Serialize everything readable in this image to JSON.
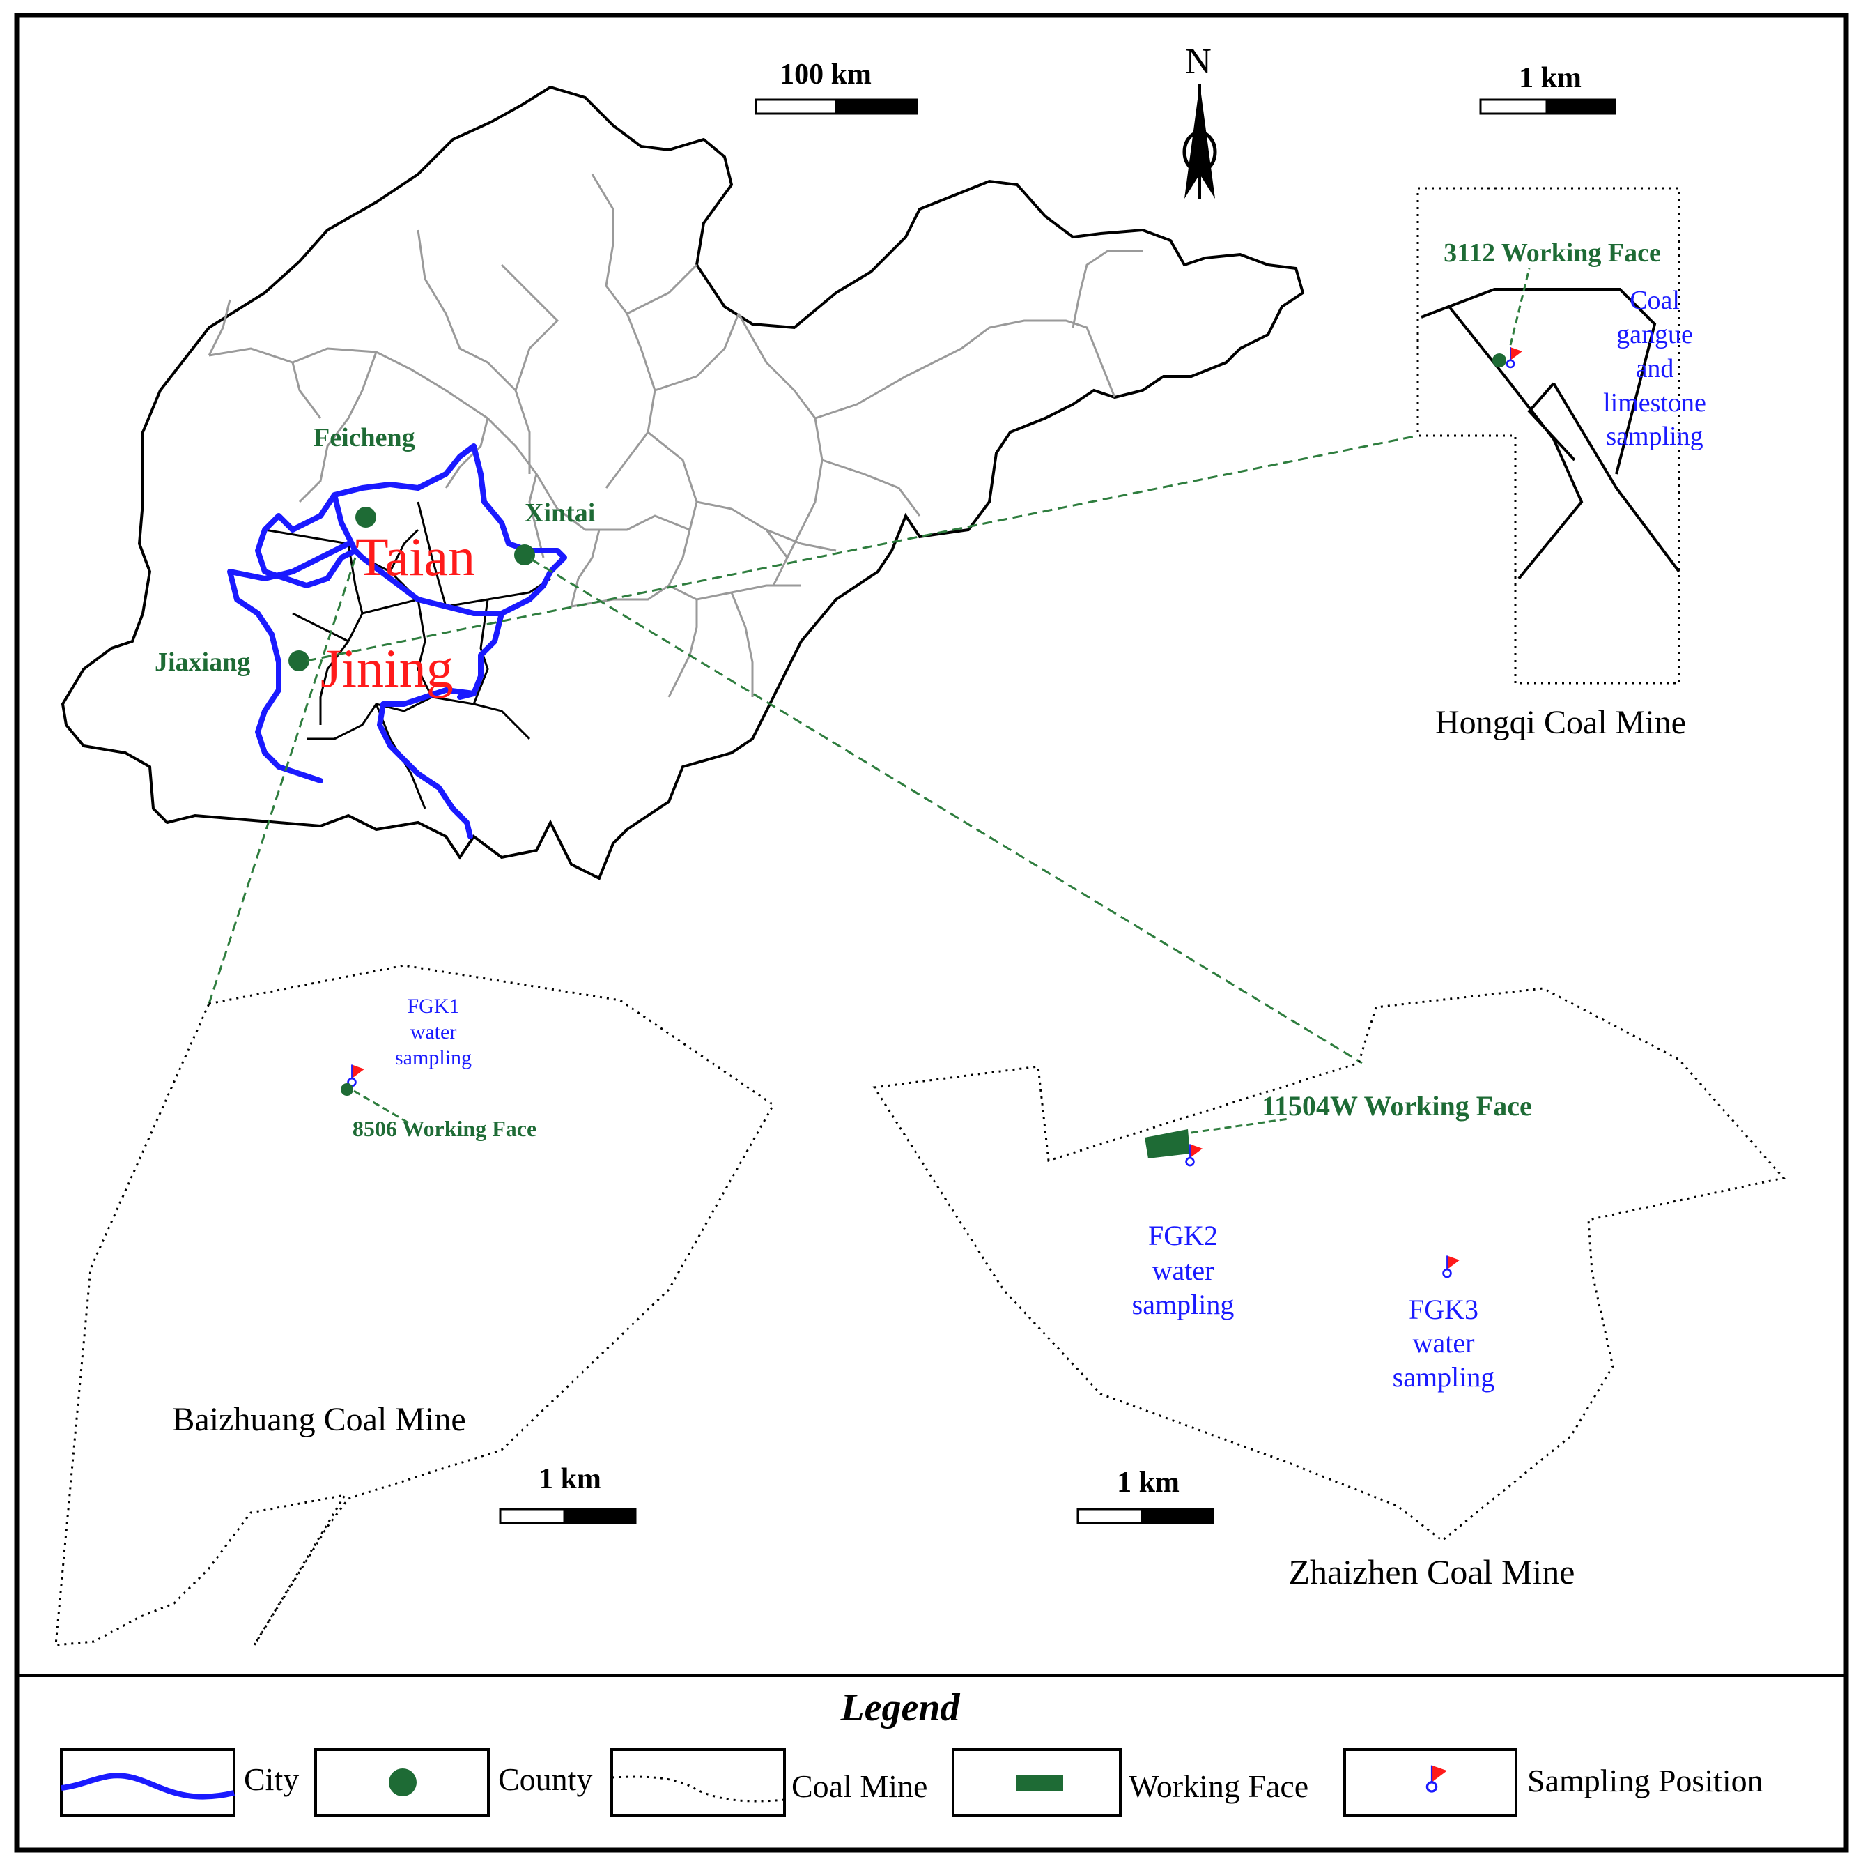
{
  "scale_bars": {
    "main": "100 km",
    "hongqi": "1 km",
    "baizhuang": "1 km",
    "zhaizhen": "1 km"
  },
  "north_arrow": {
    "label": "N",
    "icon": "north-arrow-icon"
  },
  "cities": [
    {
      "name": "Taian"
    },
    {
      "name": "Jining"
    }
  ],
  "counties": [
    {
      "name": "Feicheng"
    },
    {
      "name": "Xintai"
    },
    {
      "name": "Jiaxiang"
    }
  ],
  "mines": {
    "hongqi": {
      "title": "Hongqi Coal Mine",
      "working_face": "3112 Working Face",
      "sampling_label": [
        "Coal",
        "gangue",
        "and",
        "limestone",
        "sampling"
      ]
    },
    "baizhuang": {
      "title": "Baizhuang Coal Mine",
      "working_face": "8506 Working Face",
      "sampling_label": [
        "FGK1",
        "water",
        "sampling"
      ]
    },
    "zhaizhen": {
      "title": "Zhaizhen Coal Mine",
      "working_face": "11504W Working Face",
      "sampling_label_1": [
        "FGK2",
        "water",
        "sampling"
      ],
      "sampling_label_2": [
        "FGK3",
        "water",
        "sampling"
      ]
    }
  },
  "legend": {
    "title": "Legend",
    "items": [
      {
        "label": "City",
        "icon": "city-boundary-icon"
      },
      {
        "label": "County",
        "icon": "county-dot-icon"
      },
      {
        "label": "Coal Mine",
        "icon": "coal-mine-boundary-icon"
      },
      {
        "label": "Working Face",
        "icon": "working-face-icon"
      },
      {
        "label": "Sampling Position",
        "icon": "sampling-position-icon"
      }
    ]
  },
  "colors": {
    "city_line": "#1a1aff",
    "county_fill": "#1e6b35",
    "label_green": "#1e6b35",
    "label_blue": "#1a1aff",
    "label_red": "#ff1a1a",
    "flag_red": "#ff1a1a",
    "region_line": "#9a9a9a",
    "leader_line": "#2e7d3e"
  }
}
